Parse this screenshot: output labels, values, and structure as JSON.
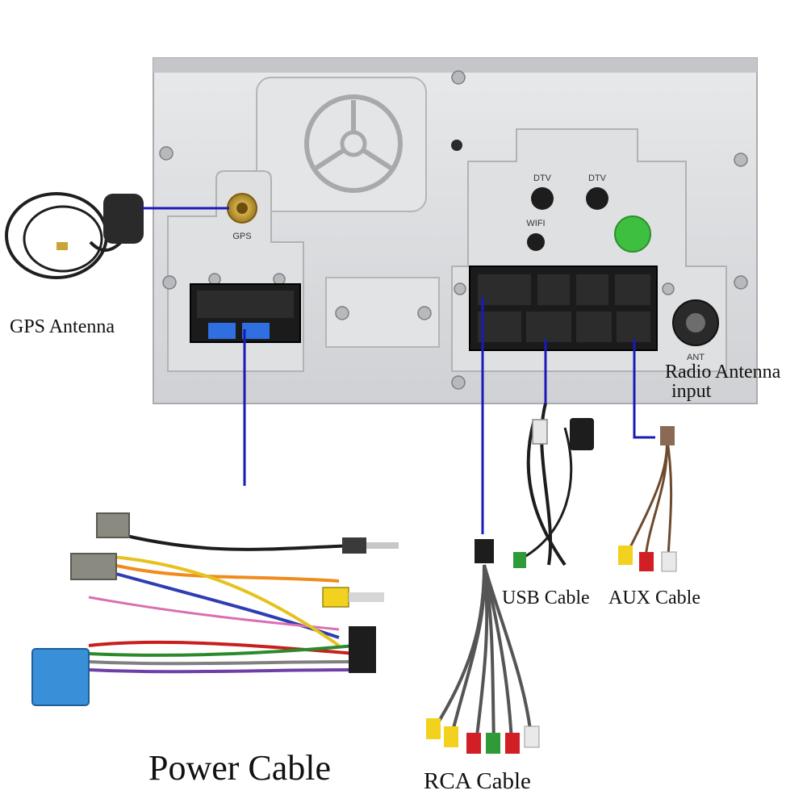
{
  "labels": {
    "gps_antenna": "GPS Antenna",
    "radio_antenna_line1": "Radio Antenna",
    "radio_antenna_line2": "input",
    "usb_cable": "USB Cable",
    "aux_cable": "AUX Cable",
    "power_cable": "Power Cable",
    "rca_cable": "RCA Cable"
  },
  "panel_text": {
    "gps_port": "GPS",
    "dtv_left": "DTV",
    "dtv_right": "DTV",
    "wifi": "WIFI",
    "ant": "ANT"
  },
  "colors": {
    "leader_line": "#1a1ab8",
    "panel": "#d9dbdd",
    "connector": "#1b1b1b",
    "fuse": "#2f6fe0",
    "gps_connector": "#c9a437"
  }
}
